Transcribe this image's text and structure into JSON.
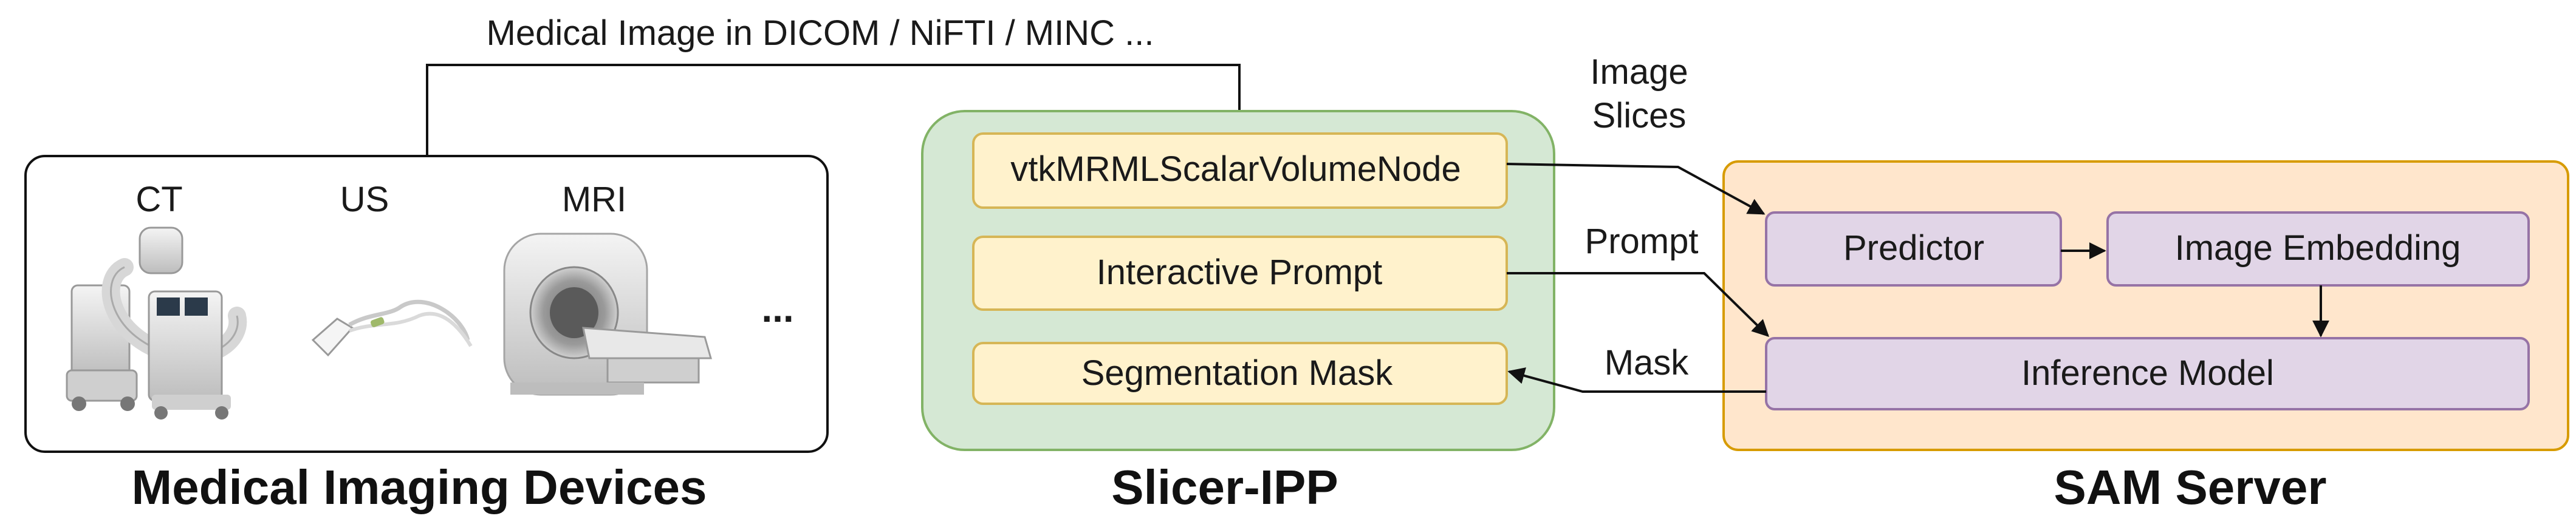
{
  "top_label": "Medical Image in DICOM / NiFTI / MINC ...",
  "devices": {
    "title": "Medical Imaging Devices",
    "items": [
      {
        "label": "CT",
        "icon": "c-arm-ct-scanner-icon"
      },
      {
        "label": "US",
        "icon": "ultrasound-probe-icon"
      },
      {
        "label": "MRI",
        "icon": "mri-scanner-icon"
      }
    ],
    "ellipsis": "..."
  },
  "slicer": {
    "title": "Slicer-IPP",
    "boxes": [
      "vtkMRMLScalarVolumeNode",
      "Interactive Prompt",
      "Segmentation Mask"
    ]
  },
  "sam": {
    "title": "SAM Server",
    "predictor": "Predictor",
    "embedding": "Image Embedding",
    "inference": "Inference Model"
  },
  "connectors": {
    "image_slices": [
      "Image",
      "Slices"
    ],
    "prompt": "Prompt",
    "mask": "Mask"
  },
  "colors": {
    "slicer_fill": "#d5e8d4",
    "slicer_stroke": "#82b366",
    "box_fill": "#fff2cc",
    "box_stroke": "#d6b656",
    "sam_fill": "#ffe6cc",
    "sam_stroke": "#d79b00",
    "node_fill": "#e1d5e7",
    "node_stroke": "#9673a6"
  }
}
